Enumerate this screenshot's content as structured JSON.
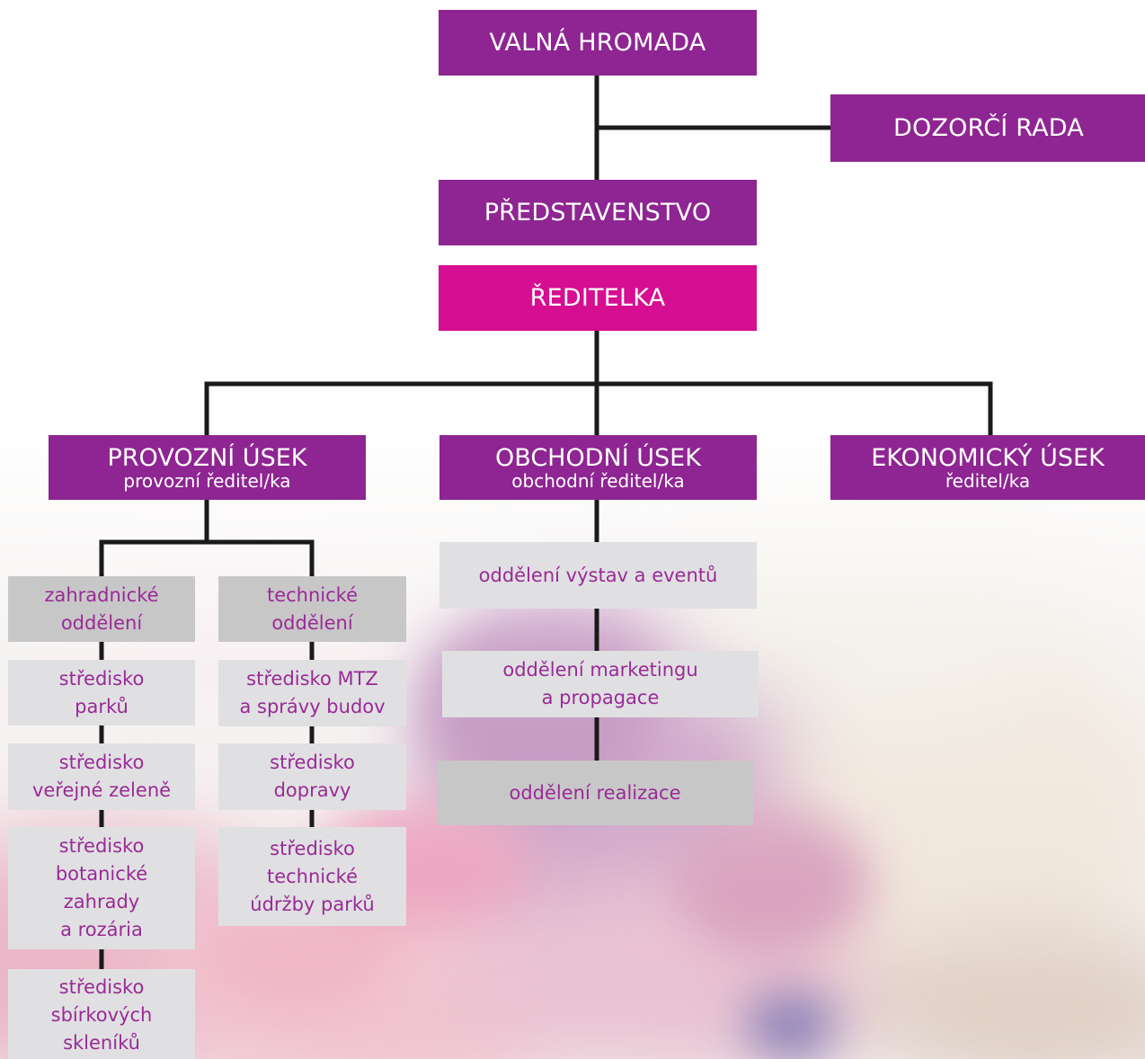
{
  "colors": {
    "board_fill": "#8e2592",
    "director_fill": "#d60e91",
    "department_fill": "#c8c7c8",
    "centre_fill": "#e0e0e2",
    "unit_text": "#9a2a97",
    "connector": "#1a1a1a"
  },
  "top": {
    "general_meeting": "VALNÁ HROMADA",
    "supervisory_board": "DOZORČÍ RADA",
    "board_of_directors": "PŘEDSTAVENSTVO",
    "director": "ŘEDITELKA"
  },
  "sections": {
    "operations": {
      "title": "PROVOZNÍ ÚSEK",
      "subtitle": "provozní ředitel/ka"
    },
    "commercial": {
      "title": "OBCHODNÍ ÚSEK",
      "subtitle": "obchodní ředitel/ka"
    },
    "economic": {
      "title": "EKONOMICKÝ ÚSEK",
      "subtitle": "ředitel/ka"
    }
  },
  "operations_units": {
    "garden_dept": [
      "zahradnické",
      "oddělení"
    ],
    "parks_centre": [
      "středisko",
      "parků"
    ],
    "public_green_centre": [
      "středisko",
      "veřejné zeleně"
    ],
    "botanical_centre": [
      "středisko",
      "botanické",
      "zahrady",
      "a rozária"
    ],
    "greenhouses_centre": [
      "středisko",
      "sbírkových",
      "skleníků"
    ],
    "technical_dept": [
      "technické",
      "oddělení"
    ],
    "mtz_centre": [
      "středisko MTZ",
      "a správy budov"
    ],
    "transport_centre": [
      "středisko",
      "dopravy"
    ],
    "park_maintenance_centre": [
      "středisko",
      "technické",
      "údržby parků"
    ]
  },
  "commercial_units": {
    "exhibitions_dept": [
      "oddělení výstav a eventů"
    ],
    "marketing_dept": [
      "oddělení marketingu",
      "a propagace"
    ],
    "realization_dept": [
      "oddělení realizace"
    ]
  }
}
